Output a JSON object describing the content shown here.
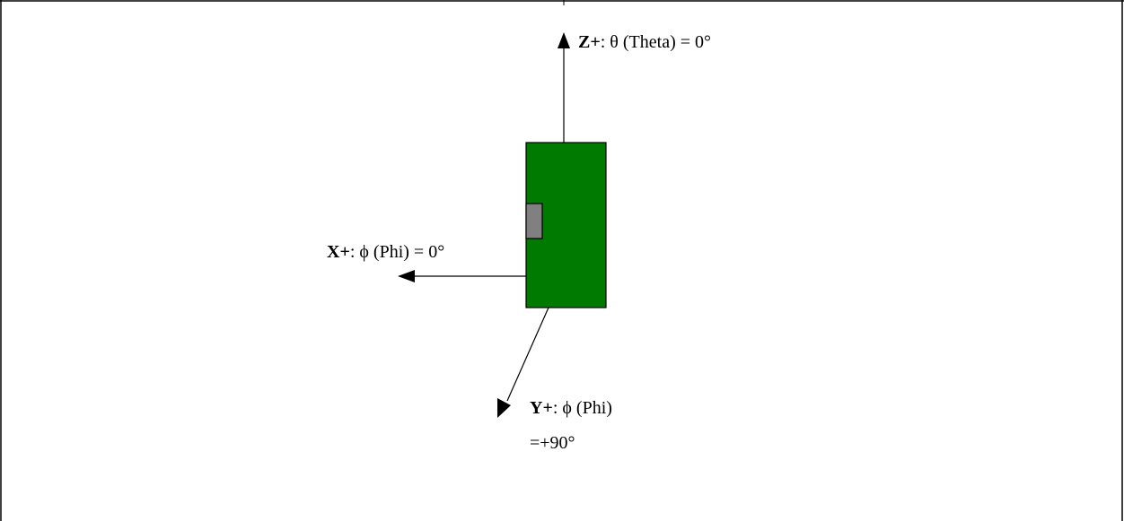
{
  "colors": {
    "board_fill": "#007a00",
    "chip_fill": "#808080",
    "stroke": "#000000",
    "background": "#ffffff"
  },
  "labels": {
    "z_axis": {
      "name": "Z+",
      "rest": ": θ (Theta) = 0°"
    },
    "x_axis": {
      "name": "X+",
      "rest": ":  ϕ (Phi) = 0°"
    },
    "y_axis": {
      "name": "Y+",
      "rest": ":  ϕ (Phi)",
      "line2": "=+90°"
    }
  }
}
